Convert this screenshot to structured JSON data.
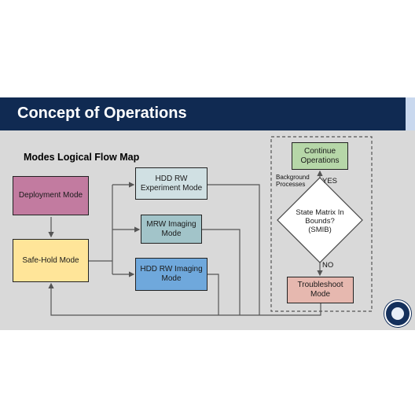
{
  "slide": {
    "title": "Concept of Operations",
    "subtitle": "Modes Logical Flow Map"
  },
  "nodes": {
    "deployment": "Deployment Mode",
    "safe_hold": "Safe-Hold Mode",
    "hdd_rw_experiment": "HDD RW Experiment Mode",
    "mrw_imaging": "MRW Imaging Mode",
    "hdd_rw_imaging": "HDD RW Imaging Mode",
    "continue_ops": "Continue Operations",
    "smib_decision": "State Matrix In Bounds? (SMIB)",
    "troubleshoot": "Troubleshoot Mode"
  },
  "labels": {
    "background_processes": "Background Processes",
    "yes": "YES",
    "no": "NO"
  },
  "colors": {
    "header": "#102a52",
    "deployment": "#c27ba0",
    "safe_hold": "#ffe599",
    "hdd_rw_experiment": "#d0e0e3",
    "mrw_imaging": "#a2c4c9",
    "hdd_rw_imaging": "#6fa8dc",
    "continue_ops": "#b6d7a8",
    "troubleshoot": "#e6b8af"
  },
  "icons": {
    "logo": "university-seal-logo"
  }
}
